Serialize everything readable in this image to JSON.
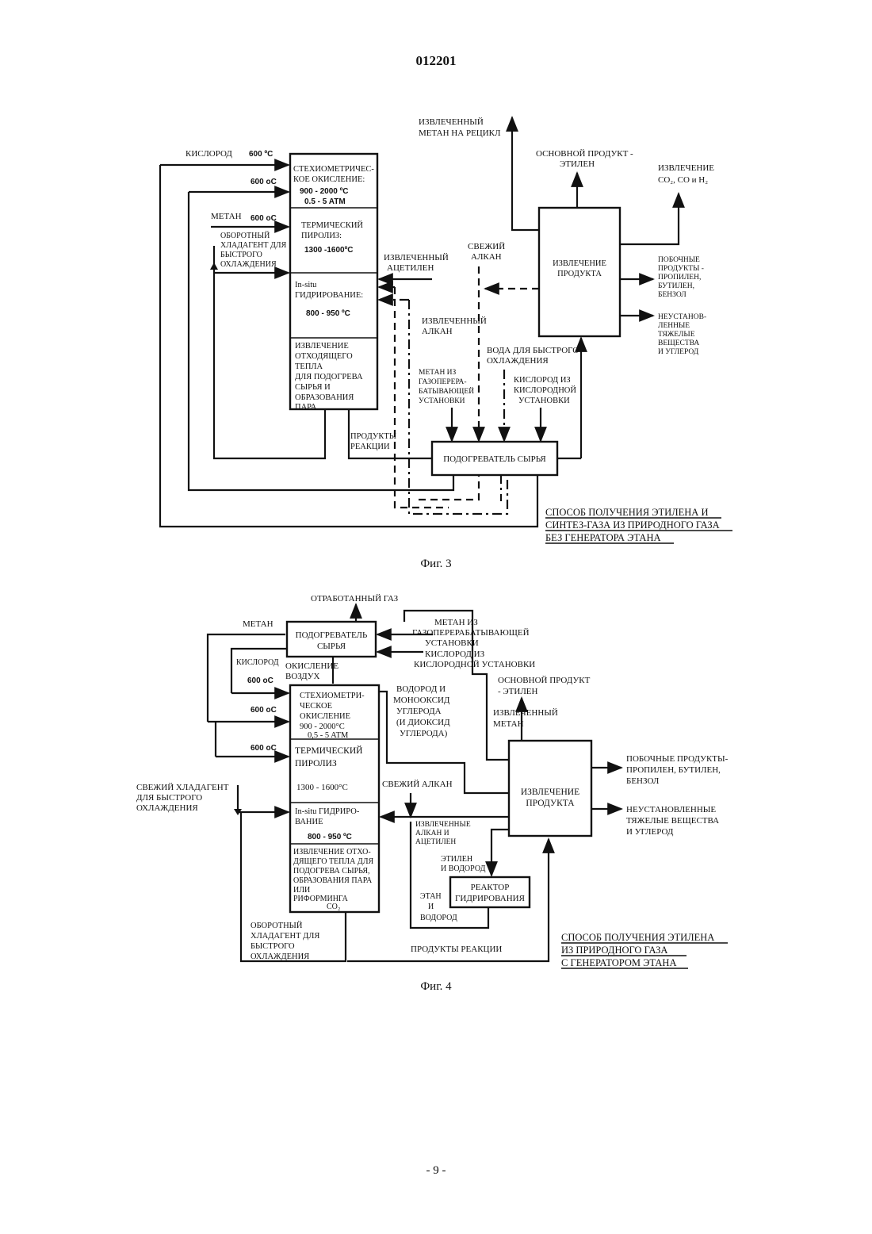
{
  "header": {
    "doc_number": "012201"
  },
  "footer": {
    "page_number": "- 9 -"
  },
  "fig3": {
    "caption": "Фиг. 3",
    "title": [
      "СПОСОБ ПОЛУЧЕНИЯ ЭТИЛЕНА И",
      "СИНТЕЗ-ГАЗА ИЗ ПРИРОДНОГО ГАЗА",
      "БЕЗ ГЕНЕРАТОРА ЭТАНА"
    ],
    "oxidation": [
      "СТЕХИОМЕТРИЧЕС-",
      "КОЕ ОКИСЛЕНИЕ:",
      "900 - 2000 ºC",
      "0.5 - 5 ATM"
    ],
    "pyrolysis": [
      "ТЕРМИЧЕСКИЙ",
      "ПИРОЛИЗ:",
      "1300 -1600ºC"
    ],
    "hydrogenation": [
      "In-situ",
      "ГИДРИРОВАНИЕ:",
      "800 - 950 ºC"
    ],
    "heat_recovery": [
      "ИЗВЛЕЧЕНИЕ",
      "ОТХОДЯЩЕГО",
      "ТЕПЛА",
      "ДЛЯ ПОДОГРЕВА",
      "СЫРЬЯ И",
      "ОБРАЗОВАНИЯ",
      "ПАРА"
    ],
    "kislorod": "КИСЛОРОД",
    "t600_1": "600 ºC",
    "t600_2": "600 oC",
    "metan": "МЕТАН",
    "t600_3": "600 oC",
    "coolant_recycle": [
      "ОБОРОТНЫЙ",
      "ХЛАДАГЕНТ ДЛЯ",
      "БЫСТРОГО",
      "ОХЛАЖДЕНИЯ"
    ],
    "recovered_acetylene": [
      "ИЗВЛЕЧЕННЫЙ",
      "АЦЕТИЛЕН"
    ],
    "fresh_alkane": [
      "СВЕЖИЙ",
      "АЛКАН"
    ],
    "recovered_alkane": [
      "ИЗВЛЕЧЕННЫЙ",
      "АЛКАН"
    ],
    "methane_recycle": [
      "ИЗВЛЕЧЕННЫЙ",
      "МЕТАН НА РЕЦИКЛ"
    ],
    "main_product": [
      "ОСНОВНОЙ ПРОДУКТ -",
      "ЭТИЛЕН"
    ],
    "co2_recovery": [
      "ИЗВЛЕЧЕНИЕ",
      "CO₂, CO и H₂"
    ],
    "product_recovery": [
      "ИЗВЛЕЧЕНИЕ",
      "ПРОДУКТА"
    ],
    "byproducts": [
      "ПОБОЧНЫЕ",
      "ПРОДУКТЫ -",
      "ПРОПИЛЕН,",
      "БУТИЛЕН,",
      "БЕНЗОЛ"
    ],
    "unidentified": [
      "НЕУСТАНОВ-",
      "ЛЕННЫЕ",
      "ТЯЖЕЛЫЕ",
      "ВЕЩЕСТВА",
      "И УГЛЕРОД"
    ],
    "quench_water": [
      "ВОДА ДЛЯ БЫСТРОГО",
      "ОХЛАЖДЕНИЯ"
    ],
    "methane_gas_plant": [
      "МЕТАН ИЗ",
      "ГАЗОПЕРЕРА-",
      "БАТЫВАЮЩЕЙ",
      "УСТАНОВКИ"
    ],
    "oxygen_plant": [
      "КИСЛОРОД ИЗ",
      "КИСЛОРОДНОЙ",
      "УСТАНОВКИ"
    ],
    "reaction_products": [
      "ПРОДУКТЫ",
      "РЕАКЦИИ"
    ],
    "feed_heater": "ПОДОГРЕВАТЕЛЬ СЫРЬЯ"
  },
  "fig4": {
    "caption": "Фиг. 4",
    "title": [
      "СПОСОБ ПОЛУЧЕНИЯ ЭТИЛЕНА",
      "ИЗ ПРИРОДНОГО ГАЗА",
      "С ГЕНЕРАТОРОМ ЭТАНА"
    ],
    "exhaust": "ОТРАБОТАННЫЙ ГАЗ",
    "metan": "МЕТАН",
    "feed_heater": [
      "ПОДОГРЕВАТЕЛЬ",
      "СЫРЬЯ"
    ],
    "methane_gas_plant": [
      "МЕТАН ИЗ",
      "ГАЗОПЕРЕРАБАТЫВАЮЩЕЙ",
      "УСТАНОВКИ"
    ],
    "oxygen_plant": [
      "КИСЛОРОД ИЗ",
      "КИСЛОРОДНОЙ УСТАНОВКИ"
    ],
    "kislorod": "КИСЛОРОД",
    "air_oxidation": [
      "ОКИСЛЕНИЕ",
      "ВОЗДУХ"
    ],
    "t600_1": "600 oC",
    "t600_2": "600 oC",
    "t600_3": "600 oC",
    "oxidation": [
      "СТЕХИОМЕТРИ-",
      "ЧЕСКОЕ",
      "ОКИСЛЕНИЕ",
      "900 - 2000°C",
      "0,5 - 5 ATM"
    ],
    "pyrolysis": [
      "ТЕРМИЧЕСКИЙ",
      "ПИРОЛИЗ",
      "1300 - 1600°C"
    ],
    "hydrogenation": [
      "In-situ ГИДРИРО-",
      "ВАНИЕ",
      "800 - 950 ºC"
    ],
    "heat_recovery": [
      "ИЗВЛЕЧЕНИЕ ОТХО-",
      "ДЯЩЕГО ТЕПЛА ДЛЯ",
      "ПОДОГРЕВА СЫРЬЯ,",
      "ОБРАЗОВАНИЯ ПАРА",
      "ИЛИ",
      "РИФОРМИНГА",
      "CO₂"
    ],
    "syngas": [
      "ВОДОРОД И",
      "МОНООКСИД",
      "УГЛЕРОДА",
      "(И ДИОКСИД",
      "УГЛЕРОДА)"
    ],
    "main_product": [
      "ОСНОВНОЙ ПРОДУКТ",
      "- ЭТИЛЕН"
    ],
    "recovered_methane": [
      "ИЗВЛЕЧЕННЫЙ",
      "МЕТАН"
    ],
    "fresh_coolant": [
      "СВЕЖИЙ ХЛАДАГЕНТ",
      "ДЛЯ БЫСТРОГО",
      "ОХЛАЖДЕНИЯ"
    ],
    "fresh_alkane": "СВЕЖИЙ АЛКАН",
    "product_recovery": [
      "ИЗВЛЕЧЕНИЕ",
      "ПРОДУКТА"
    ],
    "byproducts": [
      "ПОБОЧНЫЕ ПРОДУКТЫ-",
      "ПРОПИЛЕН, БУТИЛЕН,",
      "БЕНЗОЛ"
    ],
    "unidentified": [
      "НЕУСТАНОВЛЕННЫЕ",
      "ТЯЖЕЛЫЕ ВЕЩЕСТВА",
      "И УГЛЕРОД"
    ],
    "recovered_alkane_acetylene": [
      "ИЗВЛЕЧЕННЫЕ",
      "АЛКАН И",
      "АЦЕТИЛЕН"
    ],
    "ethylene_hydrogen": [
      "ЭТИЛЕН",
      "И ВОДОРОД"
    ],
    "reactor": [
      "РЕАКТОР",
      "ГИДРИРОВАНИЯ"
    ],
    "ethane_hydrogen": [
      "ЭТАН",
      "И",
      "ВОДОРОД"
    ],
    "coolant_recycle": [
      "ОБОРОТНЫЙ",
      "ХЛАДАГЕНТ ДЛЯ",
      "БЫСТРОГО",
      "ОХЛАЖДЕНИЯ"
    ],
    "reaction_products": "ПРОДУКТЫ РЕАКЦИИ"
  }
}
